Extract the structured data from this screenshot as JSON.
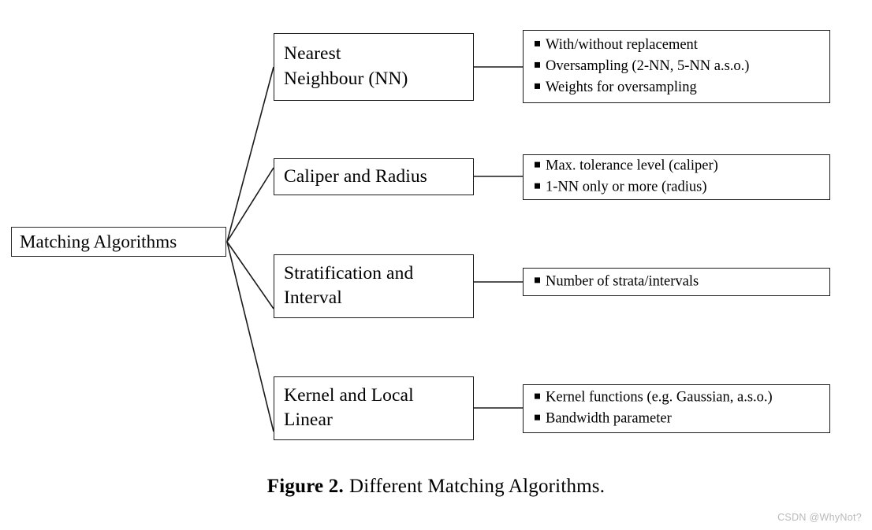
{
  "figure": {
    "caption_label": "Figure 2.",
    "caption_text": "Different Matching Algorithms.",
    "watermark": "CSDN @WhyNot?",
    "colors": {
      "background": "#ffffff",
      "line": "#1a1a1a",
      "text": "#000000",
      "watermark": "#b9b9b9"
    }
  },
  "diagram": {
    "type": "tree",
    "root": {
      "label": "Matching Algorithms"
    },
    "branches": [
      {
        "label": "Nearest\nNeighbour (NN)",
        "details": [
          "With/without replacement",
          "Oversampling (2-NN, 5-NN a.s.o.)",
          "Weights for oversampling"
        ]
      },
      {
        "label": "Caliper and Radius",
        "details": [
          "Max. tolerance level (caliper)",
          "1-NN only or more (radius)"
        ]
      },
      {
        "label": "Stratification and\nInterval",
        "details": [
          "Number of strata/intervals"
        ]
      },
      {
        "label": "Kernel and Local\nLinear",
        "details": [
          "Kernel functions (e.g. Gaussian, a.s.o.)",
          "Bandwidth parameter"
        ]
      }
    ]
  }
}
